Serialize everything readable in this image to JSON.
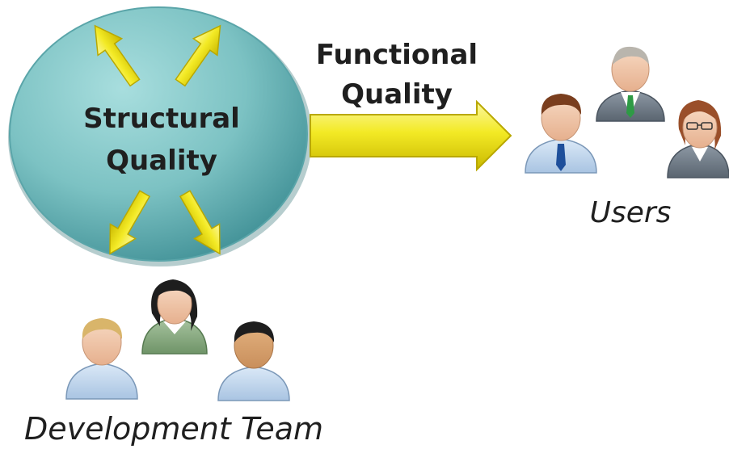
{
  "diagram": {
    "center_label_line1": "Structural",
    "center_label_line2": "Quality",
    "arrow_label_line1": "Functional",
    "arrow_label_line2": "Quality",
    "users_label": "Users",
    "team_label": "Development Team"
  },
  "colors": {
    "circle_fill": "#7fc5c5",
    "circle_dark": "#3a8a90",
    "arrow_yellow": "#f2ea2a",
    "arrow_dark": "#c8b800"
  },
  "icons": {
    "user": "person-icon",
    "arrow": "arrow-icon"
  }
}
